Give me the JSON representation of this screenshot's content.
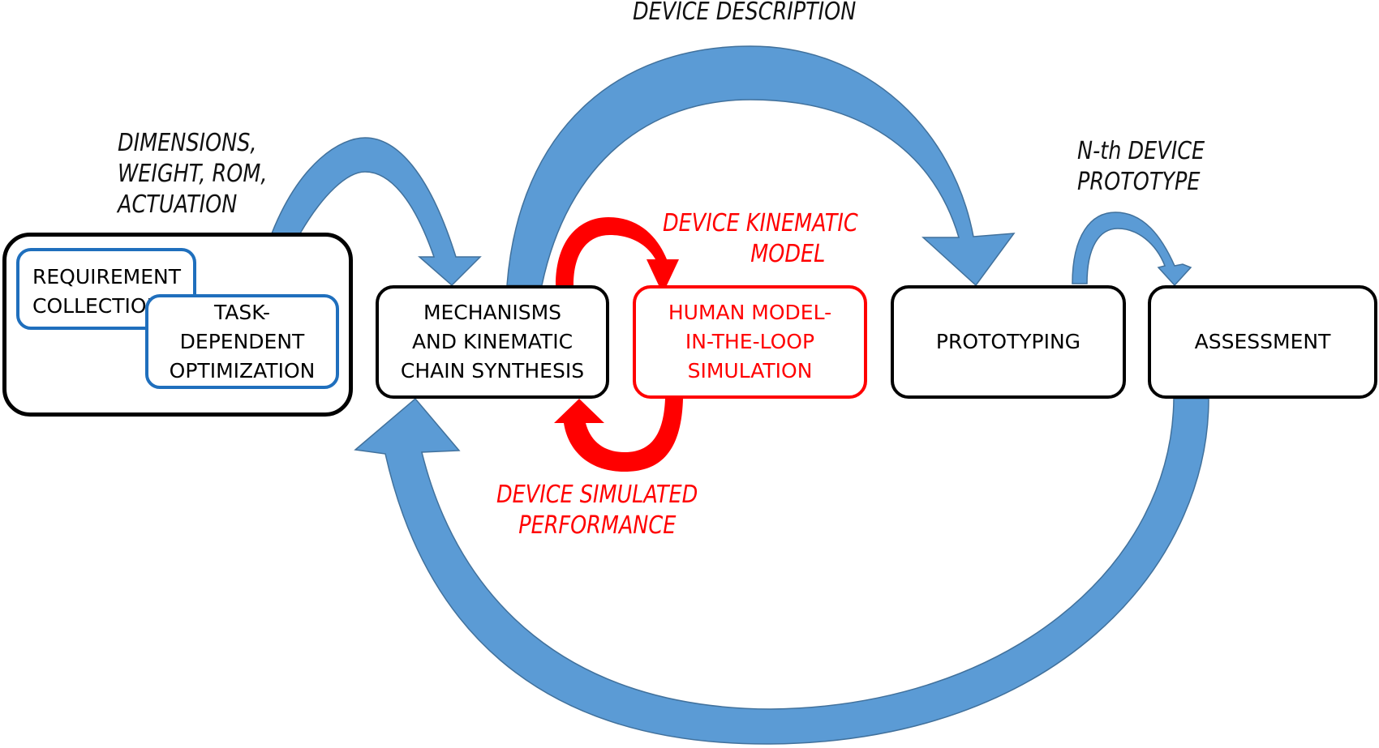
{
  "colors": {
    "flow_arrow": "#5b9bd5",
    "flow_arrow_edge": "#41719c",
    "simulation_loop": "#ff0000",
    "inner_box_border": "#1f6fbd",
    "box_border": "#000000"
  },
  "nodes": {
    "requirement": {
      "lines": [
        "REQUIREMENT",
        "COLLECTION"
      ]
    },
    "task": {
      "lines": [
        "TASK-",
        "DEPENDENT",
        "OPTIMIZATION"
      ]
    },
    "mechanisms": {
      "lines": [
        "MECHANISMS",
        "AND KINEMATIC",
        "CHAIN SYNTHESIS"
      ]
    },
    "human_model": {
      "lines": [
        "HUMAN MODEL-",
        "IN-THE-LOOP",
        "SIMULATION"
      ]
    },
    "prototyping": {
      "lines": [
        "PROTOTYPING"
      ]
    },
    "assessment": {
      "lines": [
        "ASSESSMENT"
      ]
    }
  },
  "edge_labels": {
    "requirements_flow": [
      "DIMENSIONS,",
      "WEIGHT, ROM,",
      "ACTUATION"
    ],
    "device_description": [
      "DEVICE DESCRIPTION"
    ],
    "kinematic_model": [
      "DEVICE KINEMATIC",
      "MODEL"
    ],
    "simulated_performance": [
      "DEVICE SIMULATED",
      "PERFORMANCE"
    ],
    "nth_prototype": [
      "N-th DEVICE",
      "PROTOTYPE"
    ]
  }
}
